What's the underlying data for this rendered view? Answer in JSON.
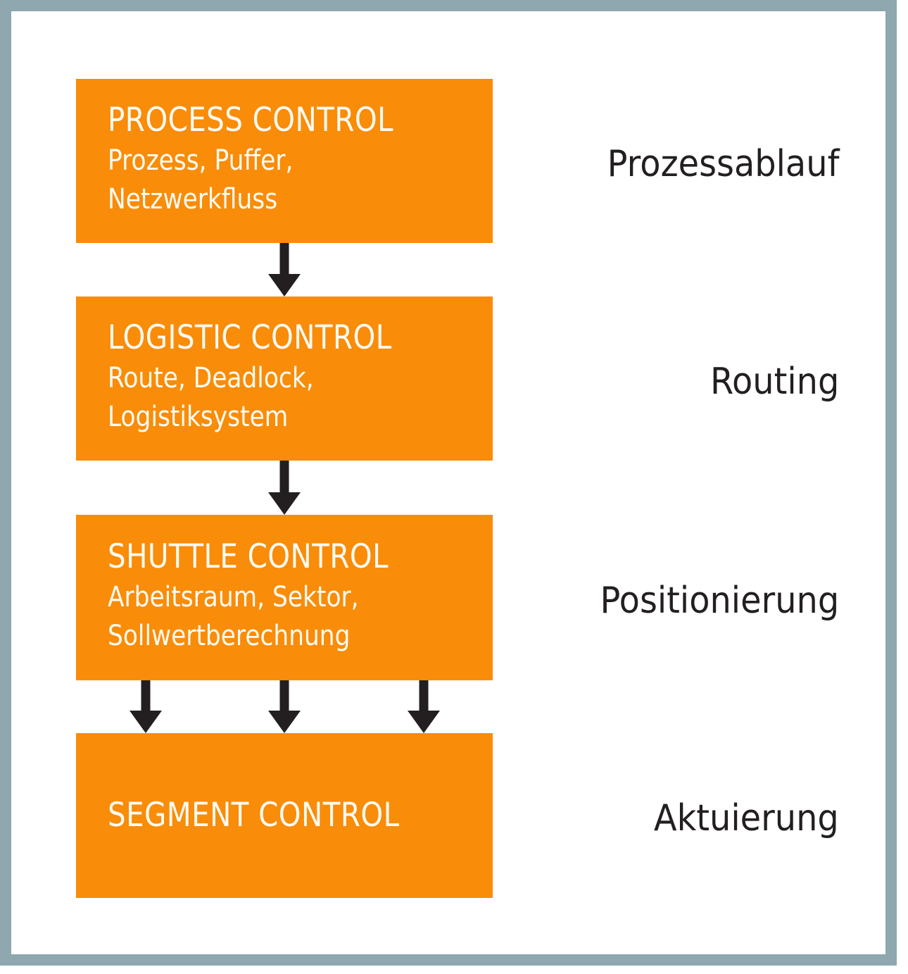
{
  "figure": {
    "frame_color": "#8fa7af",
    "block_color": "#f98c08",
    "block_text_color": "#fdfbf4",
    "arrow_color": "#231f20",
    "label_text_color": "#231f20"
  },
  "blocks": [
    {
      "id": "process",
      "title": "PROCESS CONTROL",
      "subtitle": "Prozess, Puffer,\nNetzwerkfluss"
    },
    {
      "id": "logistic",
      "title": "LOGISTIC CONTROL",
      "subtitle": "Route, Deadlock,\nLogistiksystem"
    },
    {
      "id": "shuttle",
      "title": "SHUTTLE CONTROL",
      "subtitle": "Arbeitsraum, Sektor,\nSollwertberechnung"
    },
    {
      "id": "segment",
      "title": "SEGMENT CONTROL",
      "subtitle": ""
    }
  ],
  "side_labels": [
    {
      "text": "Prozessablauf"
    },
    {
      "text": "Routing"
    },
    {
      "text": "Positionierung"
    },
    {
      "text": "Aktuierung"
    }
  ],
  "arrows": [
    {
      "id": "process-to-logistic",
      "from": "process",
      "to": "logistic",
      "icon": "arrow-down-icon"
    },
    {
      "id": "logistic-to-shuttle",
      "from": "logistic",
      "to": "shuttle",
      "icon": "arrow-down-icon"
    },
    {
      "id": "shuttle-to-segment-1",
      "from": "shuttle",
      "to": "segment",
      "icon": "arrow-down-icon"
    },
    {
      "id": "shuttle-to-segment-2",
      "from": "shuttle",
      "to": "segment",
      "icon": "arrow-down-icon"
    },
    {
      "id": "shuttle-to-segment-3",
      "from": "shuttle",
      "to": "segment",
      "icon": "arrow-down-icon"
    }
  ]
}
